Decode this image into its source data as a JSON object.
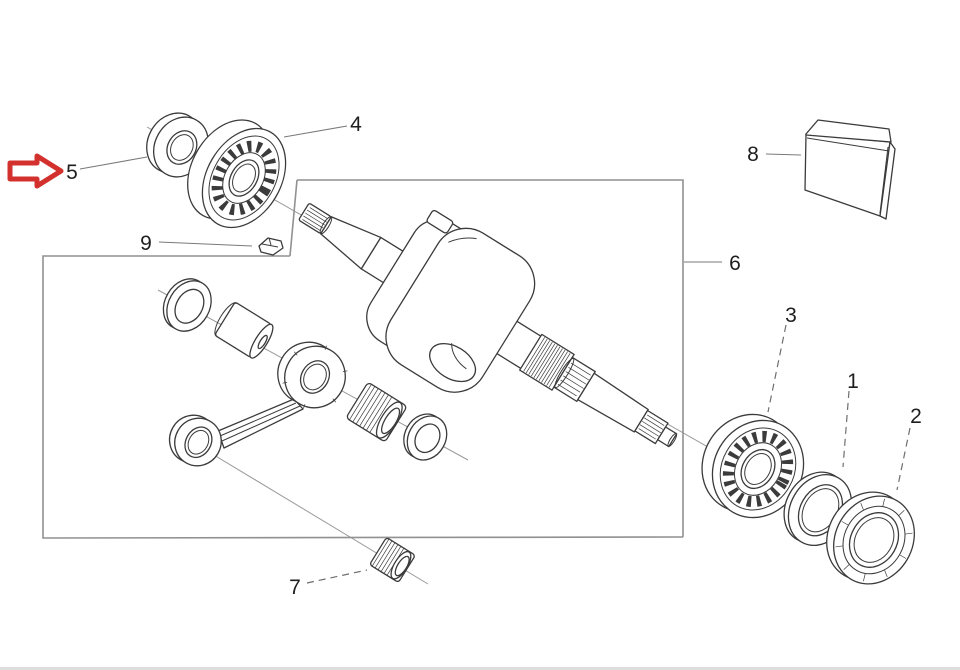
{
  "callouts": [
    {
      "label": "1"
    },
    {
      "label": "2"
    },
    {
      "label": "3"
    },
    {
      "label": "4"
    },
    {
      "label": "5"
    },
    {
      "label": "6"
    },
    {
      "label": "7"
    },
    {
      "label": "8"
    },
    {
      "label": "9"
    }
  ],
  "highlight_arrow": {
    "direction": "right",
    "target_label": "5"
  },
  "colors": {
    "background": "#ffffff",
    "line_gray": "#919191",
    "part_stroke": "#3b3b3b",
    "label_color": "#1e1e1e",
    "leader_gray": "#7a7a7a",
    "arrow_red": "#d2312e",
    "footer_strip": "#dedede"
  }
}
